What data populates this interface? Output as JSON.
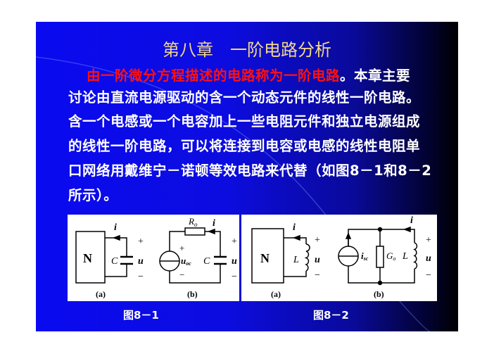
{
  "title": "第八章　一阶电路分析",
  "body": {
    "highlight": "由一阶微分方程描述的电路称为一阶电路",
    "line1_rest": "。本章主要",
    "line2": "讨论由直流电源驱动的含一个动态元件的线性一阶电路。",
    "line3": "含一个电感或一个电容加上一些电阻元件和独立电源组成",
    "line4": "的线性一阶电路，可以将连接到电容或电感的线性电阻单",
    "line5": "口网络用戴维宁－诺顿等效电路来代替（如图8－1和8－2",
    "line6": "所示）。"
  },
  "fig1": {
    "caption": "图8－1",
    "a": {
      "n": "N",
      "i": "i",
      "c": "C",
      "u": "u",
      "plus": "+",
      "minus": "−",
      "label": "(a)"
    },
    "b": {
      "r": "R",
      "r_sub": "o",
      "i": "i",
      "uoc": "u",
      "uoc_sub": "oc",
      "c": "C",
      "u": "u",
      "plus": "+",
      "minus": "−",
      "label": "(b)"
    }
  },
  "fig2": {
    "caption": "图8－2",
    "a": {
      "n": "N",
      "i": "i",
      "l": "L",
      "u": "u",
      "plus": "+",
      "minus": "−",
      "label": "(a)"
    },
    "b": {
      "isc": "i",
      "isc_sub": "sc",
      "g": "G",
      "g_sub": "o",
      "l": "L",
      "i": "i",
      "u": "u",
      "plus": "+",
      "minus": "−",
      "label": "(b)"
    }
  }
}
